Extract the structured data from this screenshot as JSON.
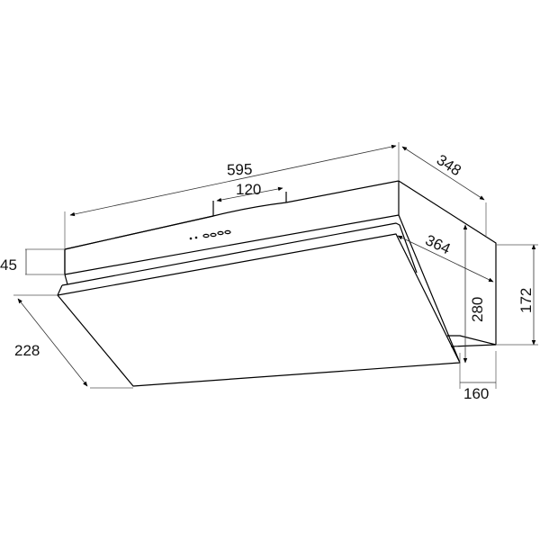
{
  "drawing": {
    "subject": "range-hood",
    "dimensions": {
      "overall_width": "595",
      "outlet_width": "120",
      "depth_top": "348",
      "glass_depth": "364",
      "body_height": "45",
      "glass_front": "228",
      "total_height": "280",
      "back_height": "172",
      "back_depth": "160"
    },
    "line_color": "#000000",
    "background": "#ffffff"
  }
}
